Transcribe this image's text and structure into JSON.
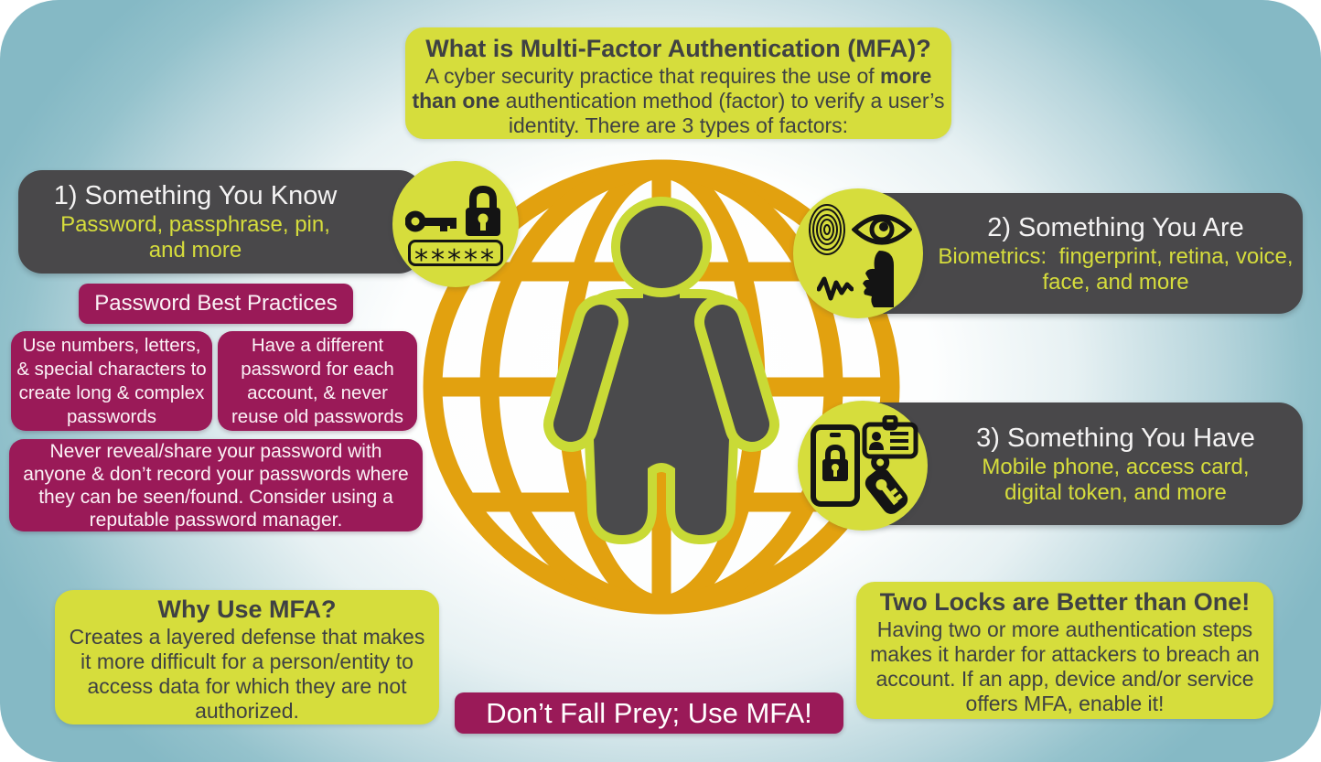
{
  "colors": {
    "lime": "#d6dd3c",
    "magenta": "#9a1a58",
    "dark_banner": "#49484a",
    "orange": "#e2a10f",
    "teal_edge": "#85b9c5",
    "ink": "#3f4143",
    "white": "#ffffff",
    "icon_black": "#141414",
    "person_gray": "#4a4a4c",
    "person_outline": "#c9da36"
  },
  "header": {
    "title": "What is Multi-Factor Authentication (MFA)?",
    "body_pre": "A cyber security practice that requires the use of ",
    "body_bold": "more than one",
    "body_post": " authentication method (factor) to verify a user’s identity. There are 3 types of factors:"
  },
  "factor_know": {
    "title": "1) Something You Know",
    "subtitle": "Password, passphrase, pin, and more",
    "asterisks": "*****"
  },
  "factor_are": {
    "title": "2) Something You Are",
    "subtitle": "Biometrics:  fingerprint, retina, voice, face, and more"
  },
  "factor_have": {
    "title": "3) Something You Have",
    "subtitle": "Mobile phone, access card, digital token, and more"
  },
  "password_practices": {
    "heading": "Password Best Practices",
    "tip_characters": "Use numbers, letters, & special characters to create long & complex passwords",
    "tip_unique": "Have a different password for each account, & never reuse old passwords",
    "tip_never_share": "Never reveal/share your password with anyone & don’t record your passwords where they can be seen/found. Consider using a reputable password manager."
  },
  "why_mfa": {
    "title": "Why Use MFA?",
    "body": "Creates a layered defense that makes it more difficult for a person/entity to access data for which they are not authorized."
  },
  "two_locks": {
    "title": "Two Locks are Better than One!",
    "body": "Having two or more authentication steps makes it harder for attackers to breach an account. If an app, device and/or service offers MFA, enable it!"
  },
  "cta": {
    "label": "Don’t Fall Prey; Use MFA!"
  }
}
